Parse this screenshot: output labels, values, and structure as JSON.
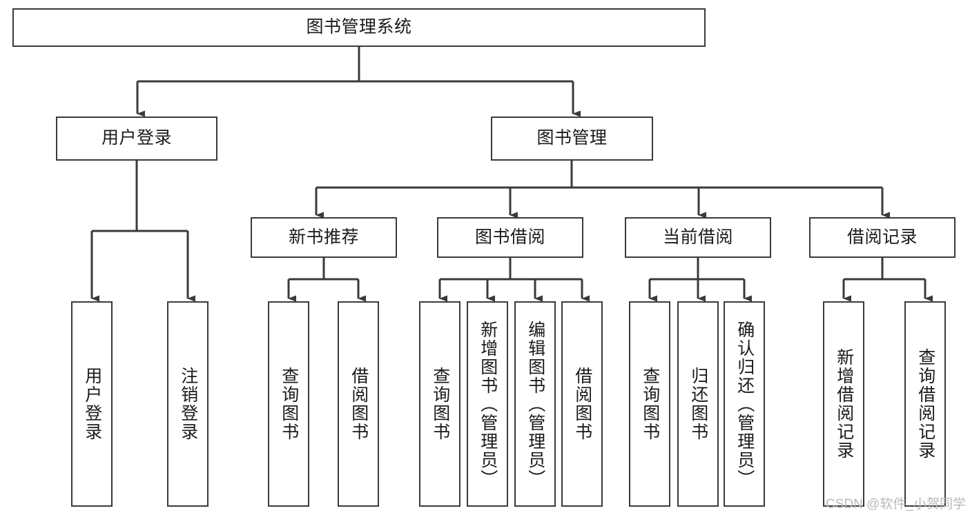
{
  "diagram": {
    "title": "图书管理系统",
    "type": "tree-hierarchy-chart",
    "watermark": "CSDN @软件_小贺同学",
    "colors": {
      "stroke": "#3a3a3a",
      "text": "#1a1a1a",
      "background": "#ffffff",
      "watermark": "#b9b9b9"
    },
    "root": {
      "label": "图书管理系统"
    },
    "level2": [
      {
        "label": "用户登录"
      },
      {
        "label": "图书管理"
      }
    ],
    "level3": [
      {
        "label": "新书推荐"
      },
      {
        "label": "图书借阅"
      },
      {
        "label": "当前借阅"
      },
      {
        "label": "借阅记录"
      }
    ],
    "leaves": {
      "user_login": [
        {
          "label": "用户登录"
        },
        {
          "label": "注销登录"
        }
      ],
      "new_book_recommend": [
        {
          "label": "查询图书"
        },
        {
          "label": "借阅图书"
        }
      ],
      "book_borrow": [
        {
          "label": "查询图书"
        },
        {
          "label": "新增图书（管理员）"
        },
        {
          "label": "编辑图书（管理员）"
        },
        {
          "label": "借阅图书"
        }
      ],
      "current_borrow": [
        {
          "label": "查询图书"
        },
        {
          "label": "归还图书"
        },
        {
          "label": "确认归还（管理员）"
        }
      ],
      "borrow_record": [
        {
          "label": "新增借阅记录"
        },
        {
          "label": "查询借阅记录"
        }
      ]
    }
  }
}
